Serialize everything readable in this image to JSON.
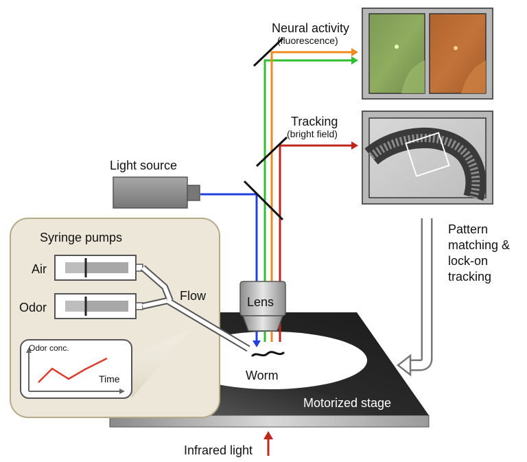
{
  "labels": {
    "neural_activity": "Neural activity",
    "fluorescence": "(fluorescence)",
    "tracking": "Tracking",
    "bright_field": "(bright field)",
    "light_source": "Light source",
    "syringe_pumps": "Syringe pumps",
    "air": "Air",
    "odor": "Odor",
    "flow": "Flow",
    "lens": "Lens",
    "worm": "Worm",
    "motorized_stage": "Motorized stage",
    "infrared_light": "Infrared light",
    "odor_conc": "Odor conc.",
    "time": "Time",
    "pattern_matching": [
      "Pattern",
      "matching &",
      "lock-on",
      "tracking"
    ]
  },
  "colors": {
    "blue_beam": "#1f3fe0",
    "green_beam": "#2fbf2f",
    "orange_beam": "#f08a1c",
    "red_beam": "#c0261a",
    "syringe_panel": "#ece7d8",
    "stage": "#2a2a2a"
  }
}
